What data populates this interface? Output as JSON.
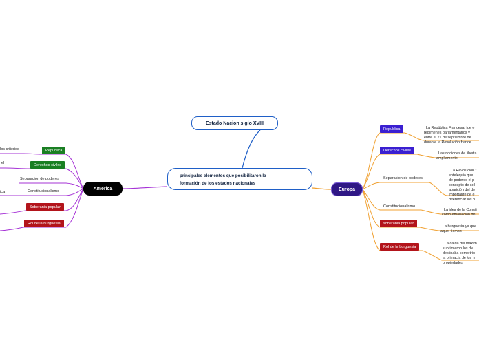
{
  "main_topic": "Estado Nacion siglo XVIII",
  "central_topic": {
    "line1": "principales elementos que posibilitaron la",
    "line2": "formación de los estados nacionales"
  },
  "america": {
    "label": "América",
    "branches": [
      {
        "label": "Republica",
        "style": "green"
      },
      {
        "label": "Derechos civiles",
        "style": "green"
      },
      {
        "label": "Separación de poderes",
        "style": "plain"
      },
      {
        "label": "Constitucionalismo",
        "style": "plain"
      },
      {
        "label": "Soberania popular",
        "style": "red"
      },
      {
        "label": "Rol de la burguesía",
        "style": "red"
      }
    ],
    "notes": [
      "los criterios",
      "el",
      "ica"
    ]
  },
  "europa": {
    "label": "Europa",
    "branches": [
      {
        "label": "Republica",
        "style": "blue",
        "note": "La República Francesa, fue e\nregímenes parlamentarios y \nentre el 21 de septiembre de\ndurante la Revolución france"
      },
      {
        "label": "Derechos civiles",
        "style": "blue",
        "note": "Las nociones de liberta\nampliamente"
      },
      {
        "label": "Separacion de poderes",
        "style": "plain",
        "note": "La Revolución f\nentelequia que\nde poderes el p\nconcepto de sol\naparición del de\nimportante de e\ndiferenciar los p"
      },
      {
        "label": "Constitucionalismo",
        "style": "plain",
        "note": "La idea de la Consti\ncomo emanación de"
      },
      {
        "label": "soberania popular",
        "style": "red",
        "note": "La burguesía ya que\naquel tiempo"
      },
      {
        "label": "Rol de la burguesia",
        "style": "red",
        "note": "La caída del máxim\nsuprimieron los die\ndestinaba como trib\nla primacía de los h\npropiedades"
      }
    ]
  },
  "colors": {
    "green": "#1a7f23",
    "blue": "#3a1fd1",
    "red": "#b3141b",
    "america_link": "#a633d6",
    "europa_link": "#f0a030",
    "main_link": "#1f5fc7"
  }
}
